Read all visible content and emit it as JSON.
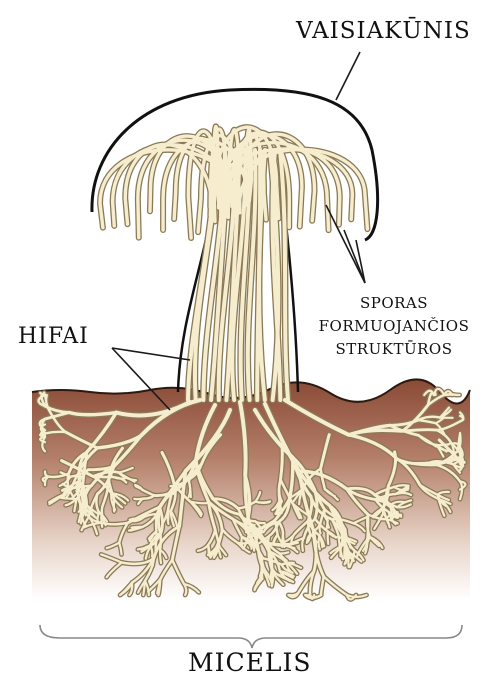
{
  "labels": {
    "fruiting_body": "VAISIAKŪNIS",
    "hyphae": "HIFAI",
    "spore_structures": [
      "SPORAS",
      "FORMUOJANČIOS",
      "STRUKTŪROS"
    ],
    "mycelium": "MICELIS"
  },
  "colors": {
    "hypha_fill": "#f6edcf",
    "hypha_outline": "#8a7a58",
    "soil_top": "#8a4a36",
    "soil_bottom": "#ffffff",
    "leader_lines": "#1a1a1a"
  }
}
